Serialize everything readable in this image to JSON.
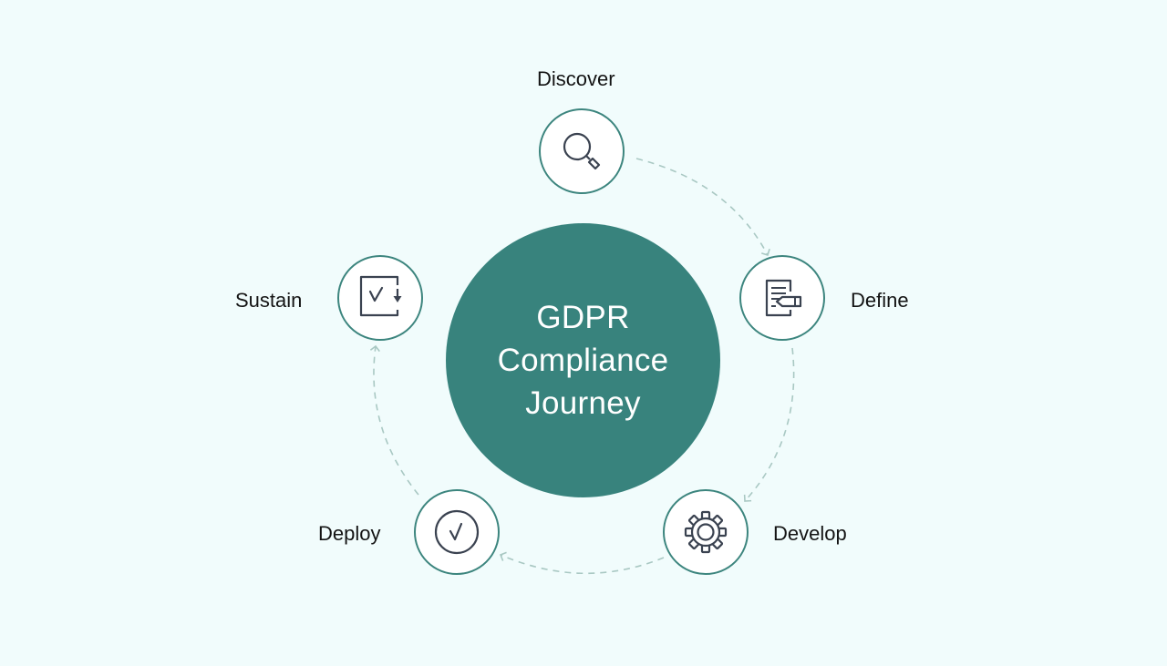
{
  "diagram": {
    "center": {
      "lines": [
        "GDPR",
        "Compliance",
        "Journey"
      ],
      "color": "#38837d"
    },
    "steps": [
      {
        "label": "Discover",
        "icon": "magnifier-icon"
      },
      {
        "label": "Define",
        "icon": "document-pencil-icon"
      },
      {
        "label": "Develop",
        "icon": "gear-icon"
      },
      {
        "label": "Deploy",
        "icon": "circle-check-icon"
      },
      {
        "label": "Sustain",
        "icon": "square-check-arrow-icon"
      }
    ],
    "colors": {
      "background": "#f1fcfc",
      "ring": "#3c857e",
      "icon": "#3a4250",
      "connector": "#a9c8c3"
    }
  }
}
